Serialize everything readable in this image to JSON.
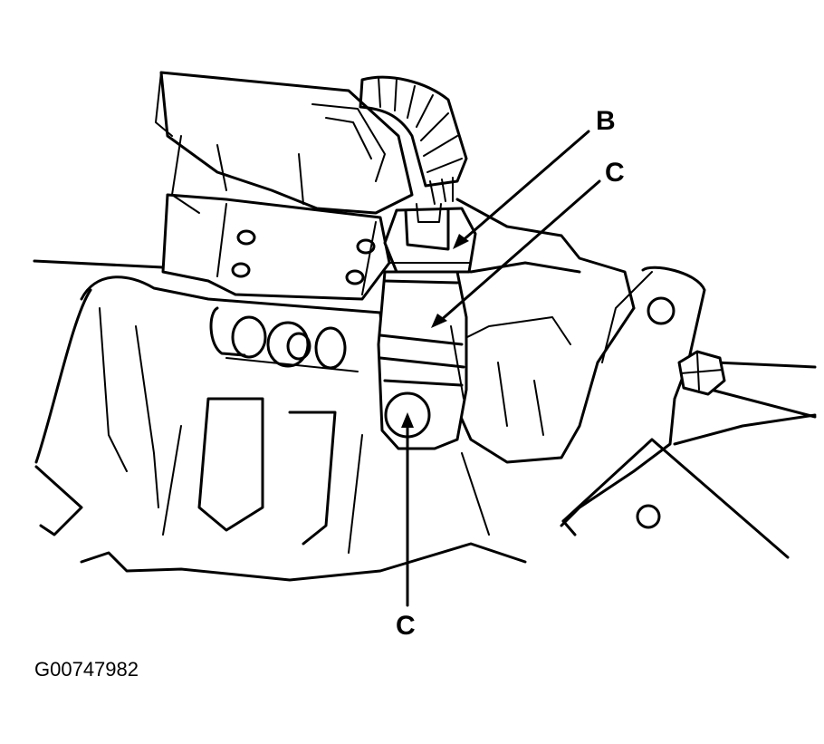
{
  "callouts": {
    "b": "B",
    "c_upper": "C",
    "c_lower": "C"
  },
  "figure_id": "G00747982",
  "colors": {
    "ink": "#000000",
    "paper": "#ffffff"
  }
}
